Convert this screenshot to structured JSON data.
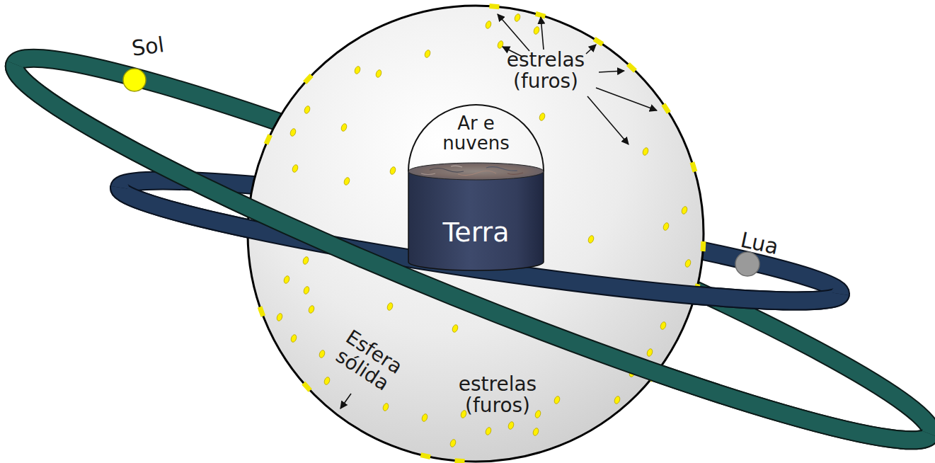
{
  "diagram": {
    "nodes": [
      {
        "text": [
          "Ar e nuvens"
        ]
      },
      {
        "text": [
          "Terra"
        ]
      }
    ],
    "labels": [
      "Sol",
      "estrelas (furos)",
      "Lua",
      "Esfera sólida",
      "estrelas (furos)"
    ]
  }
}
